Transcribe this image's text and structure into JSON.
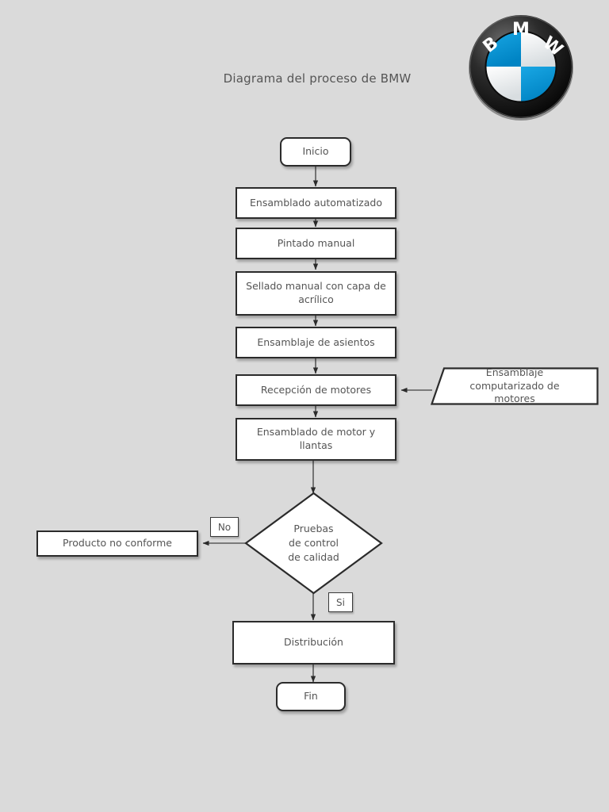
{
  "page": {
    "background_color": "#dadada",
    "title": "Diagrama del proceso de BMW"
  },
  "logo": {
    "name": "bmw-logo",
    "letters": "BMW",
    "ring_color": "#1a1a1a",
    "blue": "#0099d8",
    "white": "#ffffff"
  },
  "flow": {
    "start": {
      "label": "Inicio",
      "shape": "rounded-rectangle"
    },
    "steps": [
      {
        "label": "Ensamblado automatizado",
        "shape": "rectangle"
      },
      {
        "label": "Pintado manual",
        "shape": "rectangle"
      },
      {
        "label": "Sellado manual con capa de acrílico",
        "shape": "rectangle"
      },
      {
        "label": "Ensamblaje de asientos",
        "shape": "rectangle"
      },
      {
        "label": "Recepción de motores",
        "shape": "rectangle"
      },
      {
        "label": "Ensamblado de motor y llantas",
        "shape": "rectangle"
      }
    ],
    "input": {
      "label": "Ensamblaje computarizado de motores",
      "shape": "trapezoid"
    },
    "decision": {
      "label": "Pruebas\nde control\nde calidad",
      "shape": "diamond"
    },
    "reject": {
      "label": "Producto no conforme",
      "shape": "rectangle"
    },
    "distribution": {
      "label": "Distribución",
      "shape": "rectangle"
    },
    "end": {
      "label": "Fin",
      "shape": "rounded-rectangle"
    },
    "edge_labels": {
      "no": "No",
      "si": "Si"
    }
  }
}
